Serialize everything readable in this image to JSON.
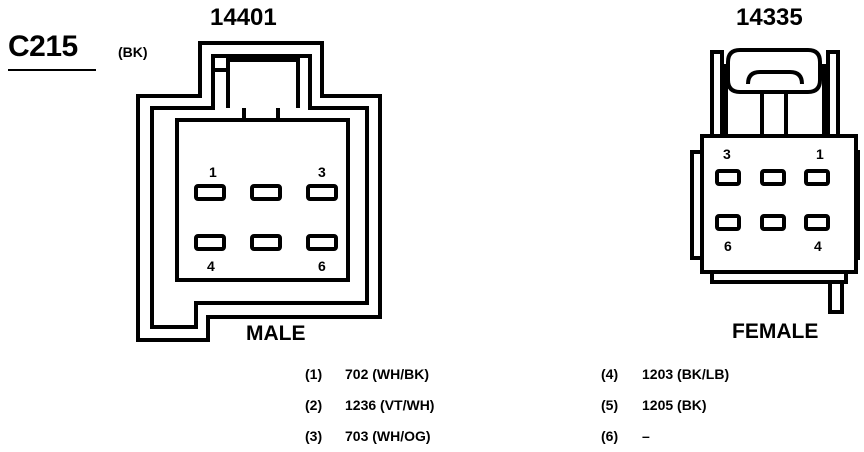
{
  "connector": {
    "id": "C215",
    "color_code": "(BK)"
  },
  "male": {
    "part_number": "14401",
    "label": "MALE",
    "pin_labels": {
      "p1": "1",
      "p3": "3",
      "p4": "4",
      "p6": "6"
    }
  },
  "female": {
    "part_number": "14335",
    "label": "FEMALE",
    "pin_labels": {
      "p3": "3",
      "p1": "1",
      "p6": "6",
      "p4": "4"
    }
  },
  "legend": {
    "left": [
      {
        "num": "(1)",
        "value": "702 (WH/BK)"
      },
      {
        "num": "(2)",
        "value": "1236 (VT/WH)"
      },
      {
        "num": "(3)",
        "value": "703 (WH/OG)"
      }
    ],
    "right": [
      {
        "num": "(4)",
        "value": "1203 (BK/LB)"
      },
      {
        "num": "(5)",
        "value": "1205 (BK)"
      },
      {
        "num": "(6)",
        "value": "–"
      }
    ]
  }
}
